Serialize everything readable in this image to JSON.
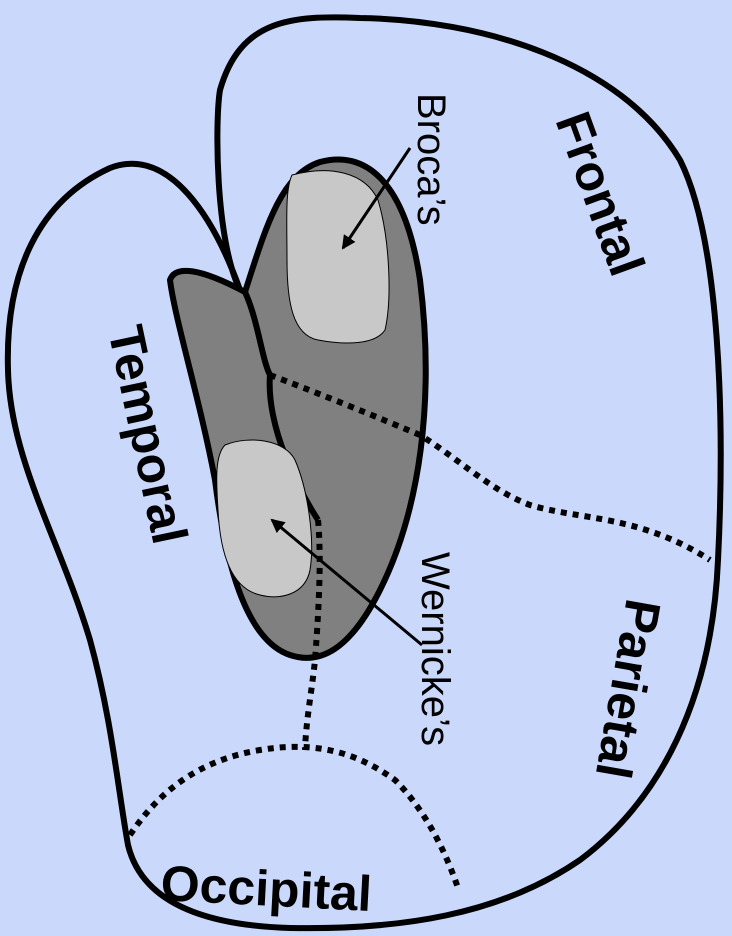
{
  "labels": {
    "frontal": "Frontal",
    "parietal": "Parietal",
    "temporal": "Temporal",
    "occipital": "Occipital",
    "broca": "Broca’s",
    "wernicke": "Wernicke’s"
  },
  "colors": {
    "background": "#cad8fb",
    "sylvian_region": "#808080",
    "language_area": "#c8c8c8",
    "outline": "#000000"
  }
}
